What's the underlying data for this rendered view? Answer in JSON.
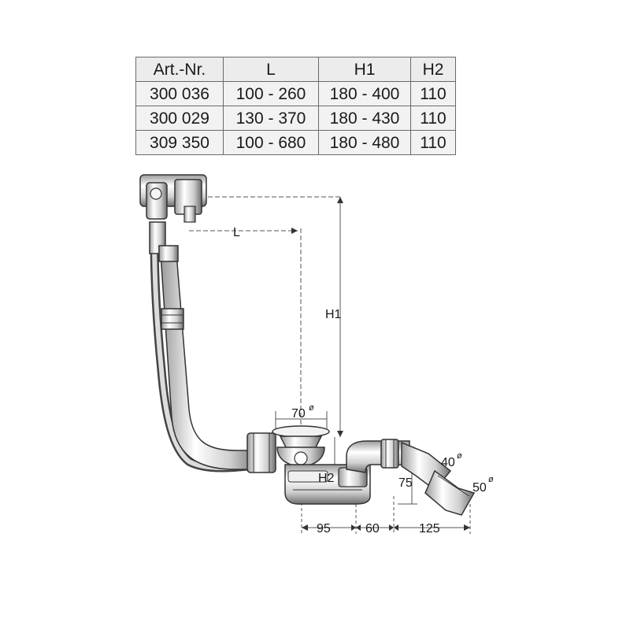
{
  "table": {
    "headers": [
      "Art.-Nr.",
      "L",
      "H1",
      "H2"
    ],
    "rows": [
      [
        "300 036",
        "100 - 260",
        "180 - 400",
        "110"
      ],
      [
        "300 029",
        "130 - 370",
        "180 - 430",
        "110"
      ],
      [
        "309 350",
        "100 - 680",
        "180 - 480",
        "110"
      ]
    ]
  },
  "drawing": {
    "labels": {
      "L": "L",
      "H1": "H1",
      "H2": "H2",
      "d70": "70",
      "d40": "40",
      "d50": "50",
      "dim75": "75",
      "dim95": "95",
      "dim60": "60",
      "dim125": "125",
      "diameter_mark": "ø"
    }
  }
}
